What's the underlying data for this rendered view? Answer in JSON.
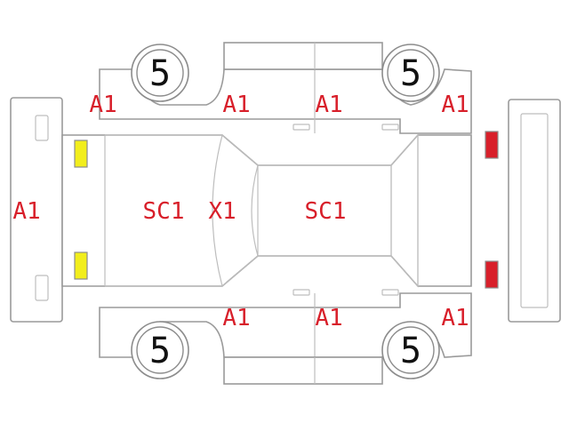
{
  "colors": {
    "annotation": "#d81f2a",
    "headlamp": "#f2ee1c",
    "taillamp": "#d81f2a",
    "outline": "#9a9a9a",
    "wheel_text": "#111111"
  },
  "wheel_labels": {
    "front_left": "5",
    "front_right": "5",
    "rear_left": "5",
    "rear_right": "5"
  },
  "damage_codes": {
    "front_bumper": "A1",
    "front_left_fender": "A1",
    "left_front_door": "A1",
    "left_rear_door": "A1",
    "left_rear_quarter": "A1",
    "hood": "SC1",
    "windshield": "X1",
    "roof": "SC1",
    "right_front_door": "A1",
    "right_rear_door": "A1",
    "right_rear_quarter": "A1"
  }
}
